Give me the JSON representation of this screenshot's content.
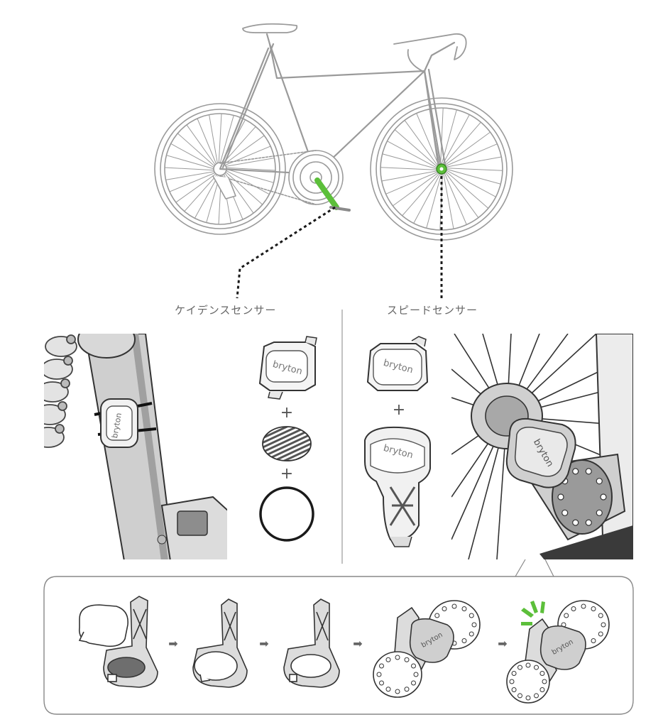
{
  "labels": {
    "cadence_sensor": "ケイデンスセンサー",
    "speed_sensor": "スピードセンサー"
  },
  "brand": "bryton",
  "plus_sign": "+",
  "arrow_glyph": "➡",
  "colors": {
    "highlight_green": "#5cbf3a",
    "line_gray": "#8a8a8a",
    "dark_gray": "#333333",
    "label_gray": "#666666",
    "panel_border": "#888888"
  },
  "icons": [
    "bicycle-icon",
    "chain-icon",
    "pedal-icon",
    "sensor-icon",
    "rubber-pad-icon",
    "o-ring-icon",
    "wheel-hub-icon",
    "mount-bracket-icon",
    "arrow-right-icon",
    "click-burst-icon"
  ],
  "installation_steps": [
    "pad",
    "insert",
    "seated",
    "attach-to-hub",
    "click"
  ]
}
